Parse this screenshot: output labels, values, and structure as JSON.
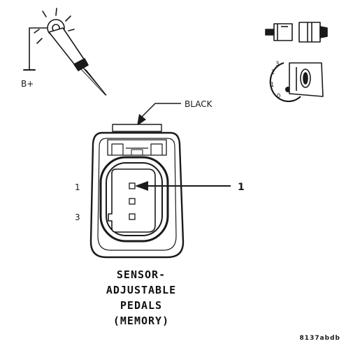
{
  "test_light": {
    "supply_label": "B+",
    "icon": "test-light-probe-icon"
  },
  "key_switch": {
    "icon": "ignition-key-switch-icon",
    "positions": [
      "3",
      "2",
      "1",
      "0"
    ]
  },
  "connector": {
    "color_label": "BLACK",
    "pin_labels": [
      "1",
      "3"
    ],
    "callout": "1"
  },
  "title_lines": [
    "SENSOR-",
    "ADJUSTABLE",
    "PEDALS",
    "(MEMORY)"
  ],
  "figure_id": "8137abdb"
}
